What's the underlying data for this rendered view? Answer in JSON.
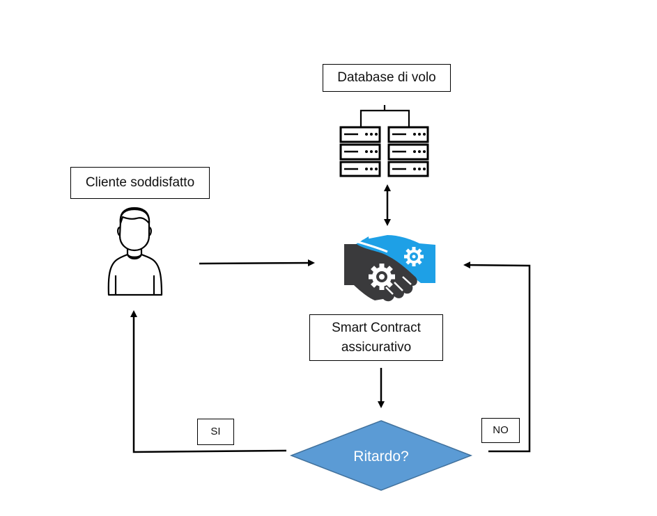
{
  "nodes": {
    "database": {
      "label": "Database di volo",
      "icon": "server-rack-icon"
    },
    "customer": {
      "label": "Cliente soddisfatto",
      "icon": "person-icon"
    },
    "contract": {
      "label": "Smart Contract assicurativo",
      "icon": "handshake-gears-icon"
    },
    "decision": {
      "label": "Ritardo?"
    }
  },
  "edges": {
    "yes_label": "SI",
    "no_label": "NO"
  },
  "colors": {
    "diamond_fill": "#5b9bd5",
    "diamond_stroke": "#41719c",
    "handshake_blue": "#1ea0e6",
    "handshake_dark": "#3a3a3c",
    "line": "#000000"
  }
}
